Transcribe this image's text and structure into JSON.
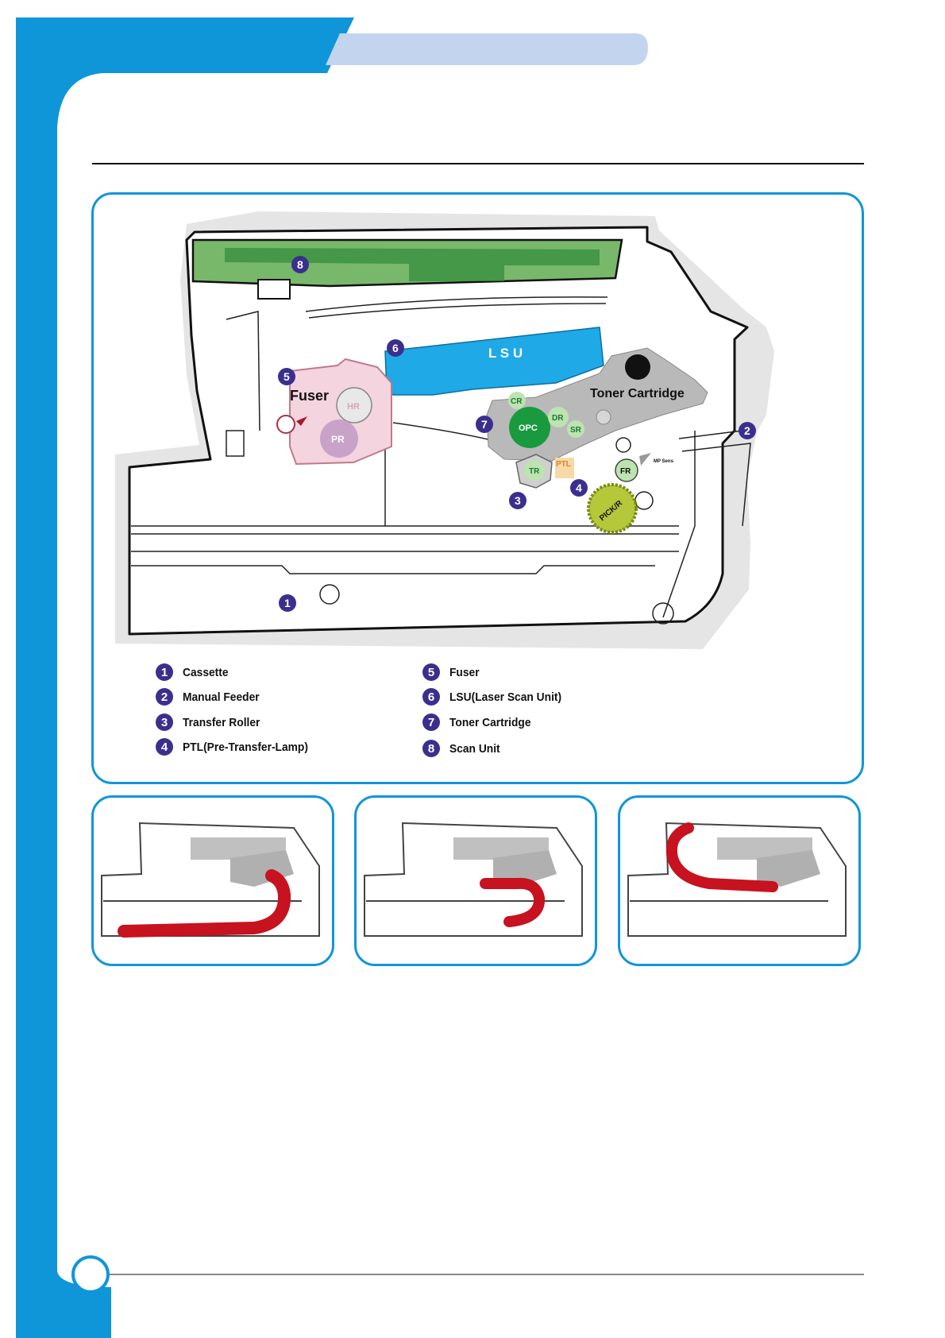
{
  "diagram": {
    "callouts": [
      "1",
      "2",
      "3",
      "4",
      "5",
      "6",
      "7",
      "8"
    ],
    "component_labels": {
      "fuser": "Fuser",
      "lsu": "L S U",
      "toner": "Toner Cartridge",
      "hr": "HR",
      "pr": "PR",
      "cr": "CR",
      "opc": "OPC",
      "dr": "DR",
      "sr": "SR",
      "tr": "TR",
      "ptl": "PTL",
      "fr": "FR",
      "pickr": "PICK/R",
      "mp_sens": "MP Sens"
    },
    "colors": {
      "accent_blue": "#0f96d9",
      "tab_light": "#c3d4ef",
      "scan_unit": "#78b86a",
      "lsu": "#1fa9e6",
      "fuser": "#f4d4de",
      "toner": "#b9b9b9",
      "opc": "#1a9a3e",
      "rollers": "#bde3b0",
      "pickup": "#b5c83a",
      "paper_path": "#c7121f",
      "callout": "#3b2f8e"
    }
  },
  "legend": [
    {
      "num": "1",
      "label": "Cassette"
    },
    {
      "num": "2",
      "label": "Manual Feeder"
    },
    {
      "num": "3",
      "label": "Transfer Roller"
    },
    {
      "num": "4",
      "label": "PTL(Pre-Transfer-Lamp)"
    },
    {
      "num": "5",
      "label": "Fuser"
    },
    {
      "num": "6",
      "label": "LSU(Laser Scan Unit)"
    },
    {
      "num": "7",
      "label": "Toner Cartridge"
    },
    {
      "num": "8",
      "label": "Scan Unit"
    }
  ]
}
